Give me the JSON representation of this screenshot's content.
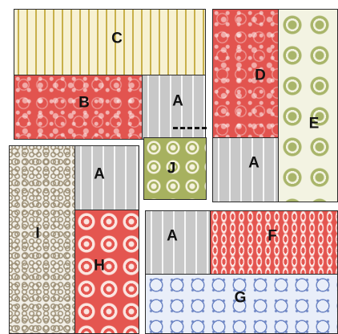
{
  "pieces": {
    "c": {
      "label": "C",
      "fabric": "yellow-wavy-stripe",
      "color": "#c8b04a"
    },
    "b": {
      "label": "B",
      "fabric": "red-floral",
      "color": "#e2544f"
    },
    "a_top": {
      "label": "A",
      "fabric": "gray-wavy-stripe",
      "color": "#c8c8c8"
    },
    "d": {
      "label": "D",
      "fabric": "red-floral",
      "color": "#e2544f"
    },
    "e": {
      "label": "E",
      "fabric": "green-medallion",
      "color": "#a9b56a"
    },
    "a_right": {
      "label": "A",
      "fabric": "gray-wavy-stripe",
      "color": "#c8c8c8"
    },
    "j": {
      "label": "J",
      "fabric": "olive-medallion",
      "color": "#a7b15f"
    },
    "i": {
      "label": "I",
      "fabric": "tan-swirl",
      "color": "#9c8f76"
    },
    "a_left": {
      "label": "A",
      "fabric": "gray-wavy-stripe",
      "color": "#c8c8c8"
    },
    "h": {
      "label": "H",
      "fabric": "red-medallion",
      "color": "#e45650"
    },
    "a_bottom": {
      "label": "A",
      "fabric": "gray-wavy-stripe",
      "color": "#c8c8c8"
    },
    "f": {
      "label": "F",
      "fabric": "red-ogee",
      "color": "#e4554f"
    },
    "g": {
      "label": "G",
      "fabric": "blue-floral",
      "color": "#6d85c4"
    }
  }
}
